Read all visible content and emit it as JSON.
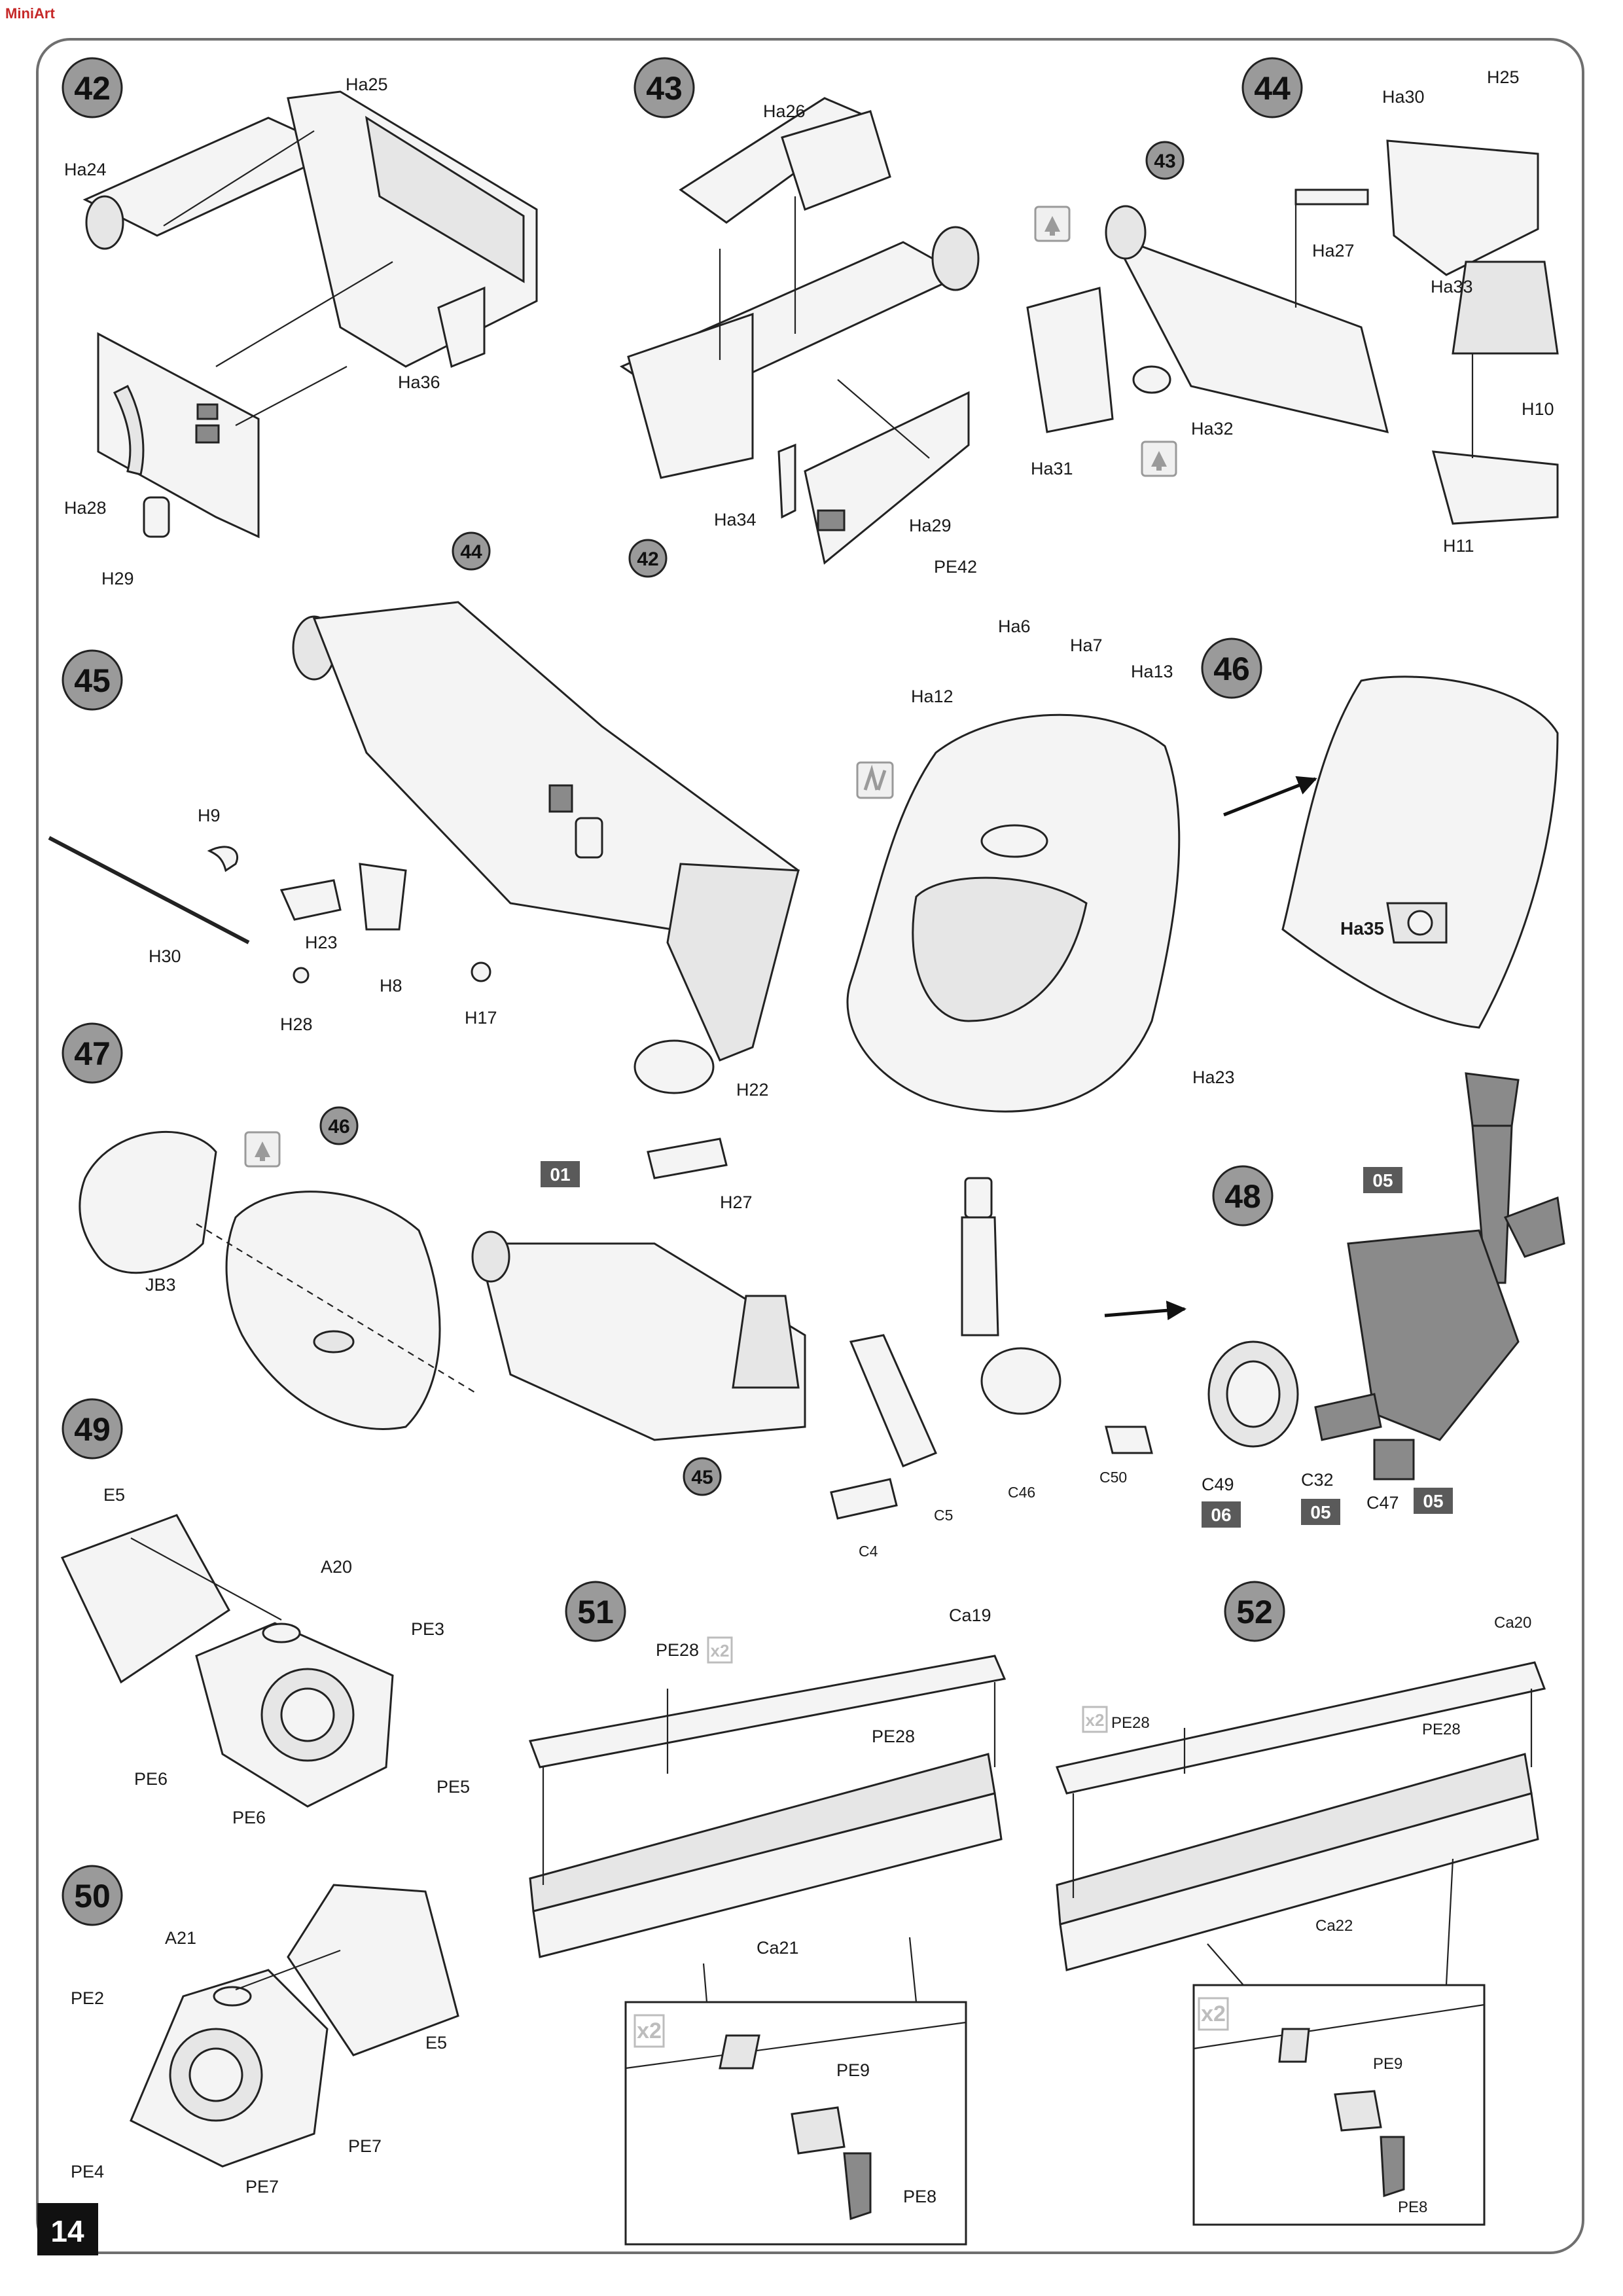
{
  "header": {
    "logo_text": "MiniArt"
  },
  "page_number": "14",
  "steps": {
    "s42": {
      "number": "42",
      "labels": {
        "ha24": "Ha24",
        "ha25": "Ha25",
        "ha36": "Ha36",
        "ha28": "Ha28",
        "h29": "H29"
      }
    },
    "s43": {
      "number": "43",
      "labels": {
        "ha26": "Ha26",
        "ha34": "Ha34",
        "ha29": "Ha29",
        "pe42": "PE42"
      },
      "ref": "42"
    },
    "s44": {
      "number": "44",
      "labels": {
        "ha30": "Ha30",
        "h25": "H25",
        "ha27": "Ha27",
        "ha33": "Ha33",
        "ha32": "Ha32",
        "ha31": "Ha31",
        "h10": "H10",
        "h11": "H11"
      },
      "ref": "43"
    },
    "s45": {
      "number": "45",
      "labels": {
        "h9": "H9",
        "h30": "H30",
        "h23": "H23",
        "h8": "H8",
        "h28": "H28",
        "h17": "H17",
        "h22": "H22",
        "h27": "H27"
      },
      "ref": "44"
    },
    "s46": {
      "number": "46",
      "labels": {
        "ha6": "Ha6",
        "ha7": "Ha7",
        "ha12": "Ha12",
        "ha13": "Ha13",
        "ha23": "Ha23",
        "ha35": "Ha35"
      }
    },
    "s47": {
      "number": "47",
      "labels": {
        "jb3": "JB3"
      },
      "ref_a": "46",
      "ref_b": "45",
      "tag": "01"
    },
    "s48": {
      "number": "48",
      "labels": {
        "c4": "C4",
        "c5": "C5",
        "c46": "C46",
        "c50": "C50",
        "c49": "C49",
        "c32": "C32",
        "c47": "C47"
      },
      "tag_top": "05",
      "tag_c49": "06",
      "tag_c32": "05",
      "tag_c47": "05"
    },
    "s49": {
      "number": "49",
      "labels": {
        "e5": "E5",
        "a20": "A20",
        "pe3": "PE3",
        "pe6a": "PE6",
        "pe5": "PE5",
        "pe6b": "PE6"
      }
    },
    "s50": {
      "number": "50",
      "labels": {
        "a21": "A21",
        "pe2": "PE2",
        "pe4": "PE4",
        "e5": "E5",
        "pe7a": "PE7",
        "pe7b": "PE7"
      }
    },
    "s51": {
      "number": "51",
      "labels": {
        "pe28a": "PE28",
        "ca19": "Ca19",
        "pe28b": "PE28",
        "ca21": "Ca21",
        "pe9": "PE9",
        "pe8": "PE8"
      },
      "mult": "x2",
      "detail_mult": "x2"
    },
    "s52": {
      "number": "52",
      "labels": {
        "pe28a": "PE28",
        "ca20": "Ca20",
        "pe28b": "PE28",
        "ca22": "Ca22",
        "pe9": "PE9",
        "pe8": "PE8"
      },
      "mult": "x2",
      "detail_mult": "x2"
    }
  },
  "colors": {
    "frame": "#6f6f6f",
    "step_circle": "#9a9a9a",
    "paint_tag": "#5a5a5a",
    "page_tab": "#111111"
  },
  "icons": [
    "glue-icon",
    "no-glue-icon",
    "arrow-icon",
    "detail-callout-icon"
  ]
}
